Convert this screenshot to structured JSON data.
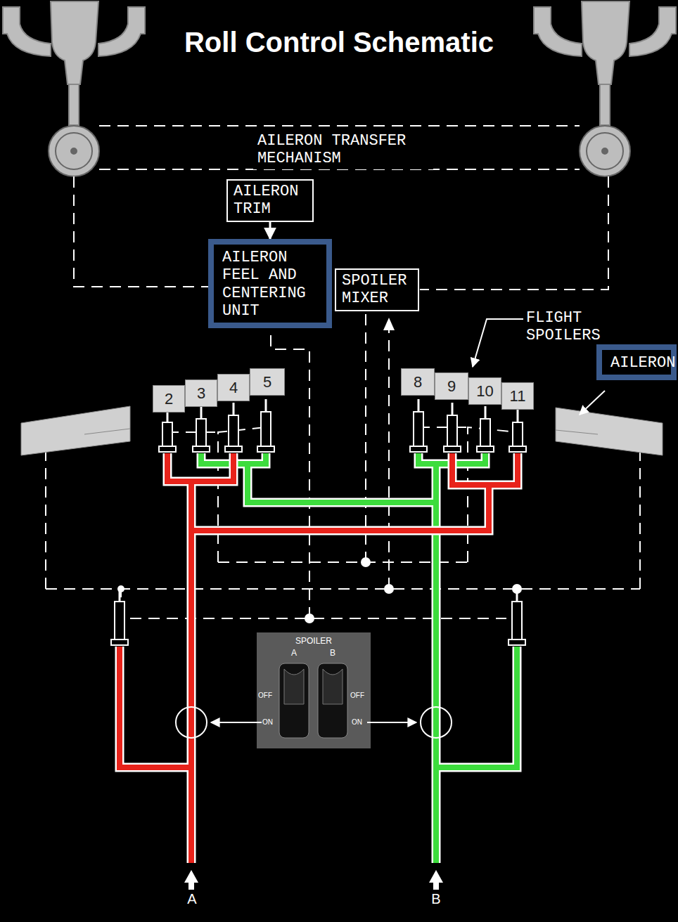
{
  "diagram": {
    "title": "Roll Control Schematic",
    "nodes": [
      {
        "text": [
          "AILERON TRANSFER MECHANISM"
        ]
      },
      {
        "text": [
          "AILERON TRIM"
        ]
      },
      {
        "text": [
          "AILERON FEEL AND CENTERING UNIT"
        ]
      },
      {
        "text": [
          "SPOILER MIXER"
        ]
      },
      {
        "text": [
          "2"
        ]
      },
      {
        "text": [
          "3"
        ]
      },
      {
        "text": [
          "4"
        ]
      },
      {
        "text": [
          "5"
        ]
      },
      {
        "text": [
          "8"
        ]
      },
      {
        "text": [
          "9"
        ]
      },
      {
        "text": [
          "10"
        ]
      },
      {
        "text": [
          "11"
        ]
      },
      {
        "text": [
          "AILERON"
        ]
      }
    ],
    "edges": [
      {
        "from": 1,
        "to": 2,
        "arrow": "to"
      }
    ],
    "labels": [
      "FLIGHT SPOILERS",
      "SPOILER",
      "A",
      "B",
      "OFF",
      "ON",
      "OFF",
      "ON",
      "A",
      "B"
    ]
  }
}
